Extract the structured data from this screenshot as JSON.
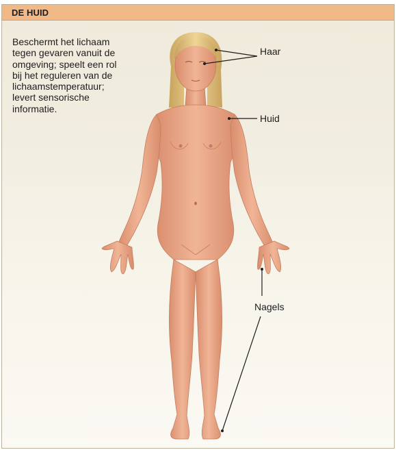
{
  "header": {
    "title": "DE HUID"
  },
  "description": "Beschermt het lichaam\ntegen gevaren vanuit de\nomgeving; speelt een rol\nbij het reguleren van de\nlichaamstemperatuur;\nlevert sensorische\ninformatie.",
  "labels": {
    "hair": "Haar",
    "skin": "Huid",
    "nails": "Nagels"
  },
  "colors": {
    "header_bg": "#f1b987",
    "skin_tone": "#e9a98a",
    "hair": "#e2c27e"
  }
}
